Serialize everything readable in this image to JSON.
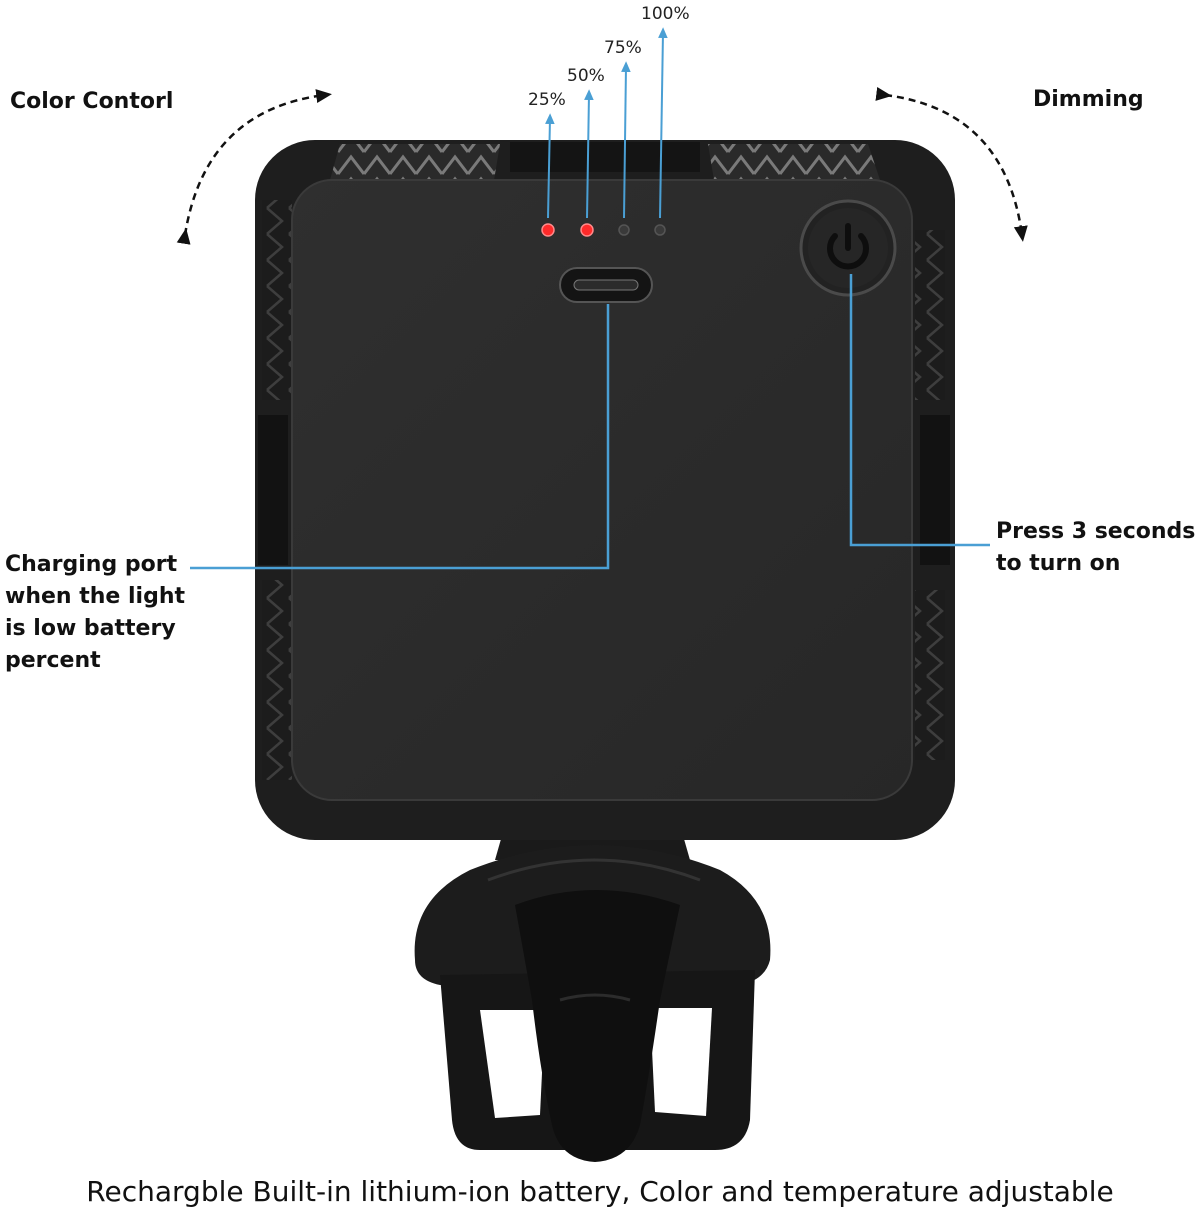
{
  "labels": {
    "color_control": "Color Contorl",
    "dimming": "Dimming",
    "charging_port": [
      "Charging port",
      "when the light",
      "is low battery",
      "percent"
    ],
    "power_button": [
      "Press 3 seconds",
      "to turn on"
    ],
    "caption": "Rechargble Built-in lithium-ion battery, Color and temperature adjustable"
  },
  "battery_indicators": [
    {
      "label": "25%",
      "lit": true
    },
    {
      "label": "50%",
      "lit": true
    },
    {
      "label": "75%",
      "lit": false
    },
    {
      "label": "100%",
      "lit": false
    }
  ],
  "colors": {
    "callout_line": "#4a9fd4",
    "led_on": "#ff2a2a",
    "led_off": "#3a3a3a",
    "body": "#1f1f1f",
    "panel": "#2c2c2c"
  },
  "icons": {
    "power_button": "power-icon",
    "port": "usb-c-port-icon",
    "rotate": "dashed-curved-arrow-icon"
  }
}
